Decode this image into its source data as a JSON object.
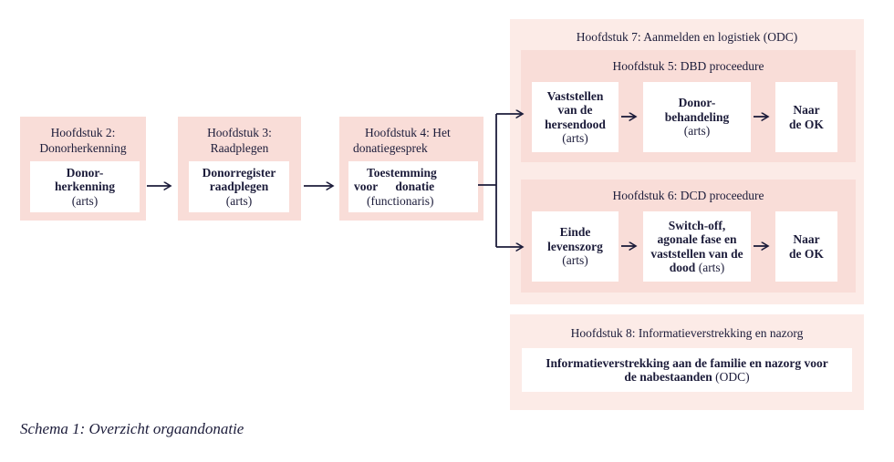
{
  "colors": {
    "box_pink": "#f9ddd8",
    "container_pink": "#fcebe7",
    "inner_white": "#ffffff",
    "text_navy": "#1c1c3a",
    "arrow": "#1c1c3a"
  },
  "steps": [
    {
      "header_lines": [
        "Hoofdstuk 2:",
        "Donorherkenning"
      ],
      "action_lines": [
        "Donor-",
        "herkenning"
      ],
      "role": "(arts)"
    },
    {
      "header_lines": [
        "Hoofdstuk 3:",
        "Raadplegen"
      ],
      "action_lines": [
        "Donorregister",
        "raadplegen"
      ],
      "role": "(arts)"
    },
    {
      "header_lines": [
        "Hoofdstuk 4: Het",
        "donatiegesprek"
      ],
      "action_lines": [
        "Toestemming",
        "voor donatie"
      ],
      "role": "(functionaris)"
    }
  ],
  "logistics": {
    "title": "Hoofdstuk 7: Aanmelden en logistiek (ODC)",
    "dbd": {
      "title": "Hoofdstuk 5: DBD proceedure",
      "boxes": [
        {
          "action_lines": [
            "Vaststellen",
            "van de",
            "hersendood"
          ],
          "role": "(arts)"
        },
        {
          "action_lines": [
            "Donor-",
            "behandeling"
          ],
          "role": "(arts)"
        },
        {
          "action_lines": [
            "Naar",
            "de OK"
          ],
          "role": ""
        }
      ]
    },
    "dcd": {
      "title": "Hoofdstuk 6: DCD proceedure",
      "boxes": [
        {
          "action_lines": [
            "Einde",
            "levenszorg"
          ],
          "role": "(arts)"
        },
        {
          "action_lines": [
            "Switch-off,",
            "agonale fase en",
            "vaststellen van de",
            "dood"
          ],
          "role": "(arts)"
        },
        {
          "action_lines": [
            "Naar",
            "de OK"
          ],
          "role": ""
        }
      ]
    }
  },
  "aftercare": {
    "title": "Hoofdstuk 8: Informatieverstrekking en nazorg",
    "action_lines": [
      "Informatieverstrekking aan de familie en nazorg voor",
      "de nabestaanden"
    ],
    "role": "(ODC)"
  },
  "caption": "Schema 1: Overzicht orgaandonatie"
}
